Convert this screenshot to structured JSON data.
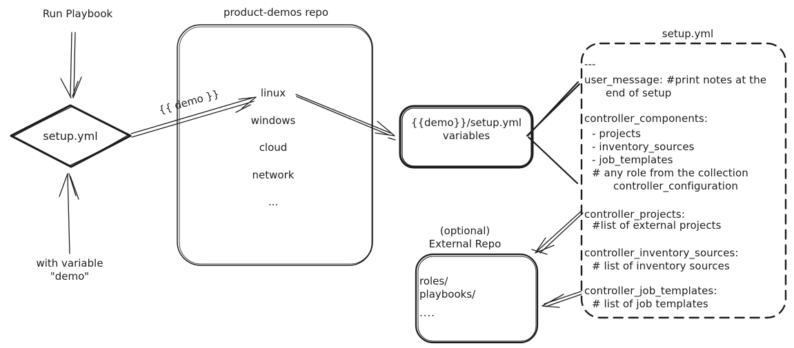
{
  "colors": {
    "ink": "#1c1c1c",
    "background": "#ffffff"
  },
  "diagram": {
    "left_flow": {
      "run_playbook_label": "Run Playbook",
      "diamond_label": "setup.yml",
      "with_variable_line1": "with variable",
      "with_variable_line2": "\"demo\""
    },
    "demo_arrow_label": "{{ demo }}",
    "repo_box": {
      "title": "product-demos repo",
      "items": [
        "linux",
        "windows",
        "cloud",
        "network",
        "..."
      ]
    },
    "variables_box": {
      "line1": "{{demo}}/setup.yml",
      "line2": "variables"
    },
    "external_repo_box": {
      "title_line1": "(optional)",
      "title_line2": "External Repo",
      "items": [
        "roles/",
        "playbooks/",
        "...."
      ]
    },
    "setup_yaml_box": {
      "title": "setup.yml",
      "lines": [
        "---",
        "user_message: #print notes at the",
        "end of setup",
        "controller_components:",
        "- projects",
        "- inventory_sources",
        "- job_templates",
        "# any role from the collection",
        "controller_configuration",
        "controller_projects:",
        "#list of external projects",
        "controller_inventory_sources:",
        "# list of inventory sources",
        "controller_job_templates:",
        "# list of job templates"
      ]
    }
  }
}
